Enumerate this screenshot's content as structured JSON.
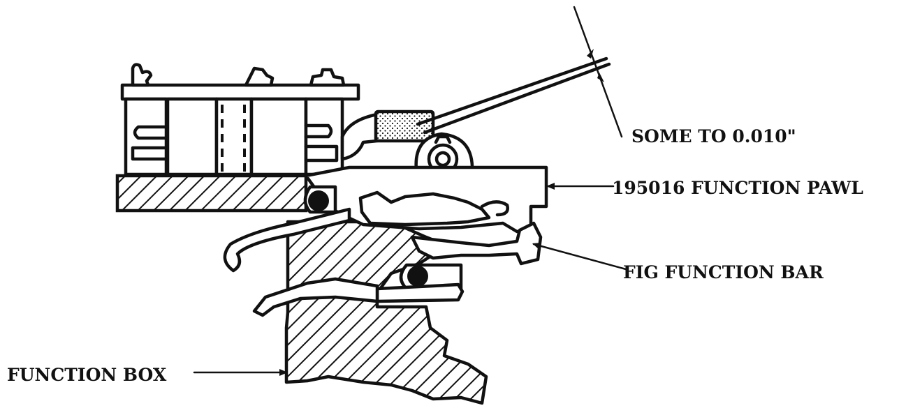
{
  "labels": {
    "clearance": "SOME TO 0.010\"",
    "function_pawl": "195016 FUNCTION PAWL",
    "function_bar": "FIG FUNCTION BAR",
    "function_box": "FUNCTION BOX"
  }
}
